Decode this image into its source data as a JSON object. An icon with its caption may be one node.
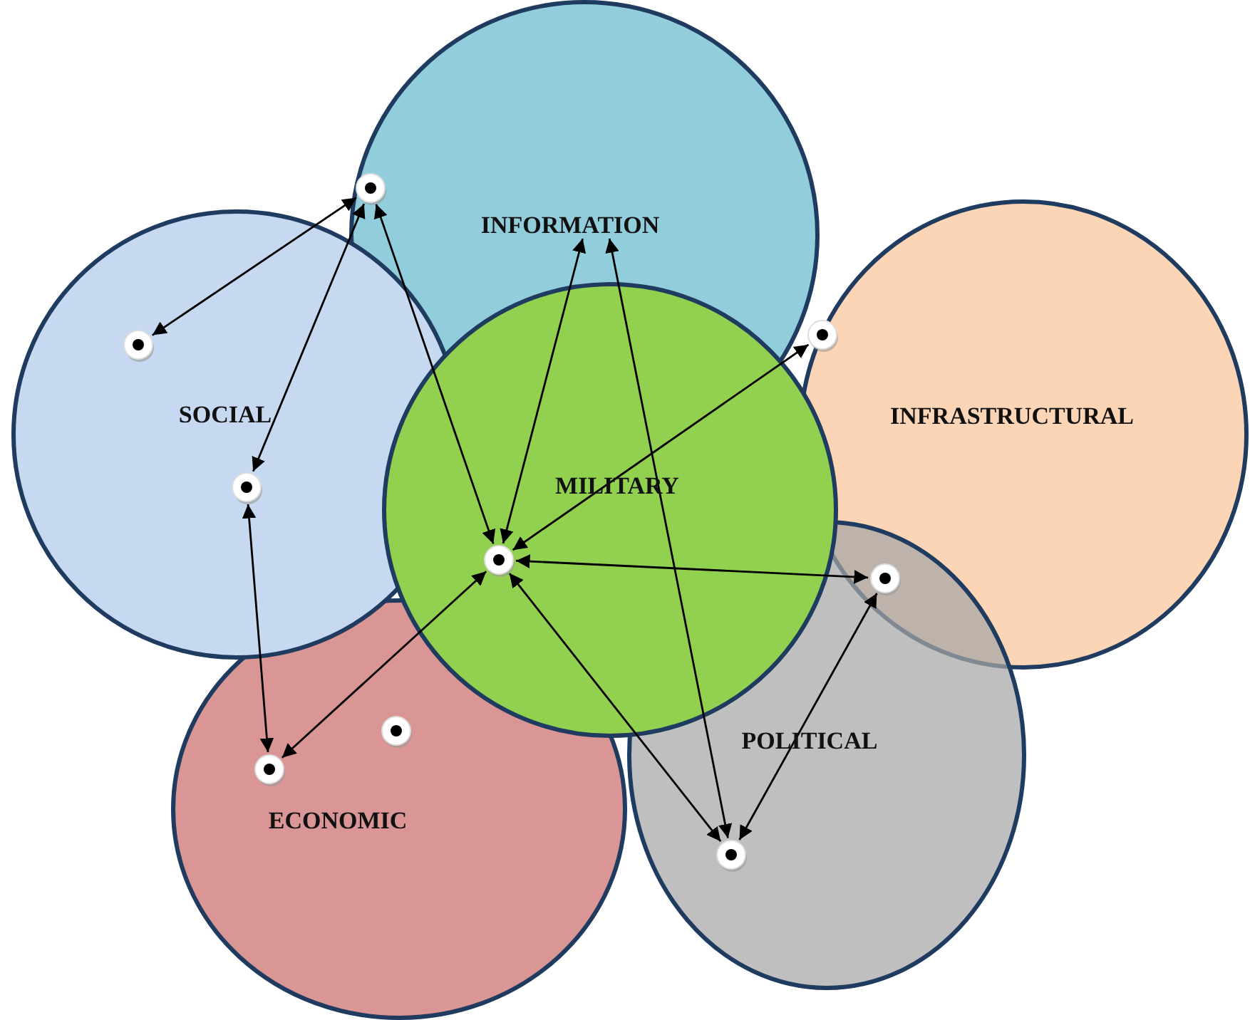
{
  "diagram": {
    "nodes": [
      {
        "text": [],
        "shape": "circle"
      },
      {
        "text": [
          "INFORMATION"
        ],
        "in": 0
      },
      {
        "text": [
          "SOCIAL"
        ]
      },
      {
        "text": [
          "INFRASTRUCTURAL"
        ]
      },
      {
        "text": [
          "MILITARY"
        ]
      },
      {
        "text": [
          "ECONOMIC"
        ]
      },
      {
        "text": [
          "POLITICAL"
        ]
      },
      {
        "text": [],
        "shape": "circle",
        "in": 0
      },
      {
        "text": [],
        "shape": "circle",
        "in": 2
      },
      {
        "text": [],
        "shape": "circle",
        "in": 3
      },
      {
        "text": [],
        "shape": "circle",
        "in": 2
      },
      {
        "text": [],
        "shape": "circle",
        "in": 4
      },
      {
        "text": [],
        "shape": "circle"
      },
      {
        "text": [],
        "shape": "circle",
        "in": 5
      },
      {
        "text": [],
        "shape": "circle",
        "in": 5
      },
      {
        "text": [],
        "shape": "circle",
        "in": 6
      }
    ],
    "edges": [
      {
        "from": 7,
        "to": 8,
        "arrow": "both"
      },
      {
        "from": 7,
        "to": 10,
        "arrow": "both"
      },
      {
        "from": 7,
        "to": 11,
        "arrow": "both"
      },
      {
        "from": 1,
        "to": 11,
        "arrow": "both"
      },
      {
        "from": 1,
        "to": 15,
        "arrow": "both"
      },
      {
        "from": 11,
        "to": 9,
        "arrow": "both"
      },
      {
        "from": 11,
        "to": 12,
        "arrow": "both"
      },
      {
        "from": 11,
        "to": 13,
        "arrow": "both"
      },
      {
        "from": 11,
        "to": 15,
        "arrow": "both"
      },
      {
        "from": 10,
        "to": 13,
        "arrow": "both"
      },
      {
        "from": 12,
        "to": 15,
        "arrow": "both"
      }
    ]
  }
}
